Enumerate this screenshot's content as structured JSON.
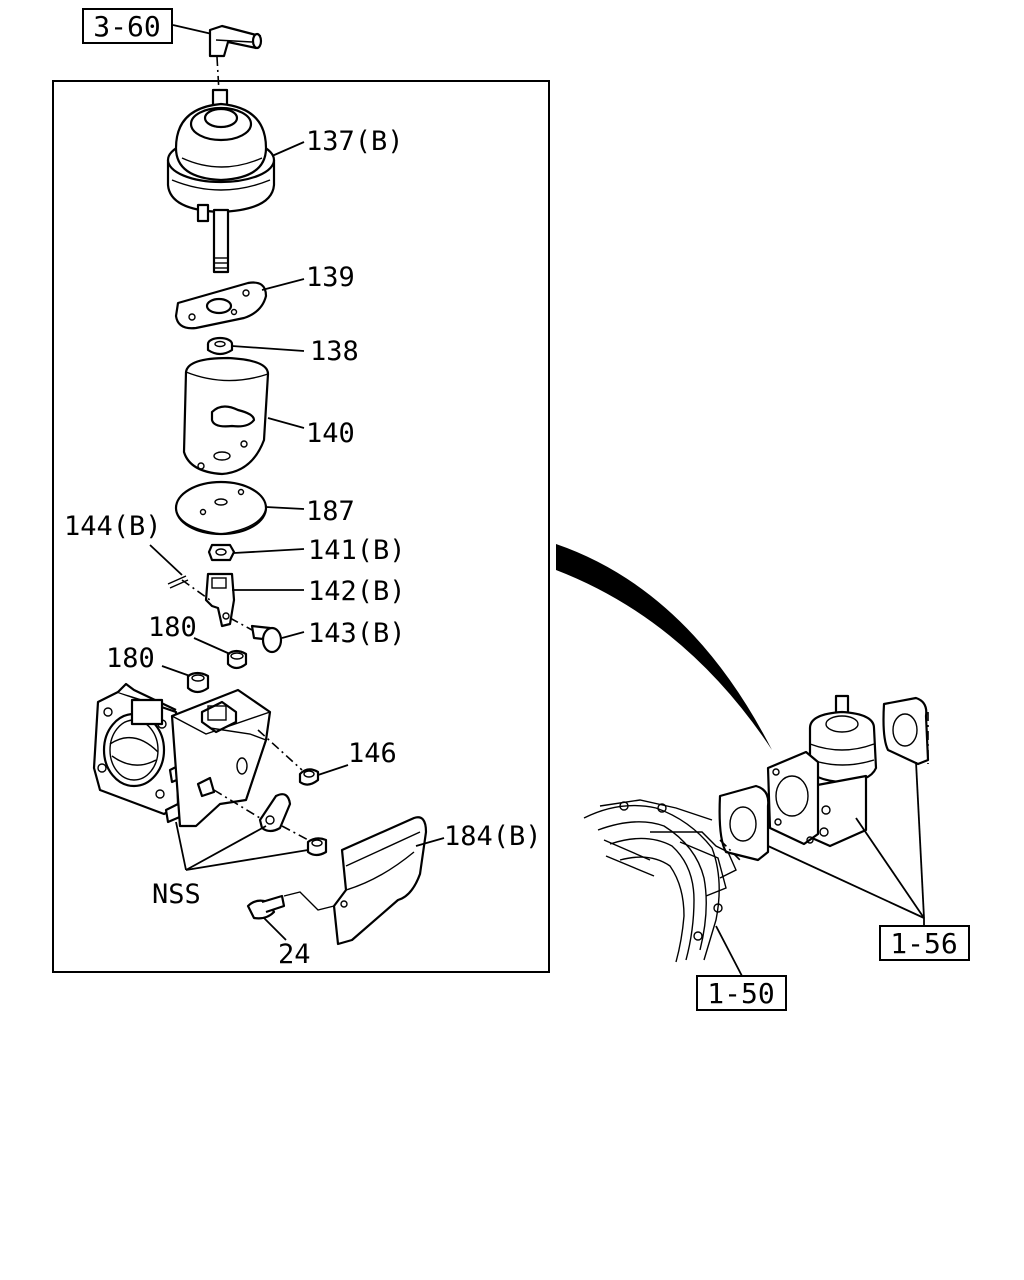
{
  "references": {
    "ref_top": "3-60",
    "ref_manifold": "1-50",
    "ref_assembly": "1-56"
  },
  "callouts": {
    "p137": "137(B)",
    "p139": "139",
    "p138": "138",
    "p140": "140",
    "p187": "187",
    "p144": "144(B)",
    "p141": "141(B)",
    "p142": "142(B)",
    "p180a": "180",
    "p143": "143(B)",
    "p180b": "180",
    "p146": "146",
    "p184": "184(B)",
    "nss": "NSS",
    "p24": "24"
  }
}
